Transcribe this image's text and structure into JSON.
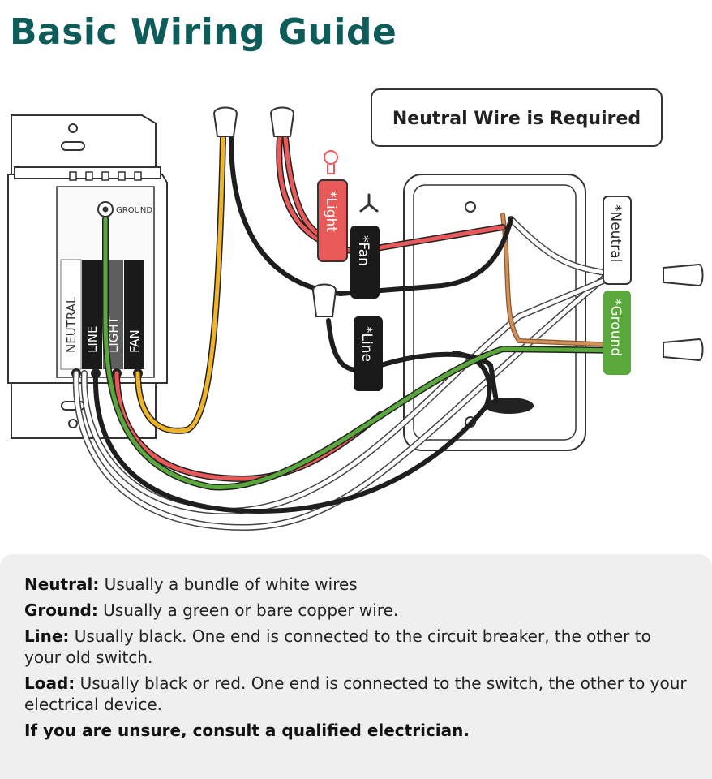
{
  "title": "Basic Wiring Guide",
  "note": "Neutral Wire is Required",
  "switch": {
    "ground_label": "GROUND",
    "terminals": [
      "NEUTRAL",
      "LINE",
      "LIGHT",
      "FAN"
    ]
  },
  "tags": {
    "light": "*Light",
    "fan": "*Fan",
    "line": "*Line",
    "neutral": "*Neutral",
    "ground": "*Ground"
  },
  "colors": {
    "title": "#0d5c5a",
    "light_tag": "#e8555a",
    "fan_tag": "#1a1a1a",
    "ground_tag": "#5aa83c",
    "wire_red": "#e85a5a",
    "wire_black": "#1e1e1e",
    "wire_green": "#5aa83c",
    "wire_yellow": "#f0b428",
    "wire_white": "#ffffff",
    "wire_copper": "#d2905a"
  },
  "icons": [
    "bulb-icon",
    "fan-icon",
    "wire-nut-icon"
  ],
  "legend": {
    "neutral_term": "Neutral:",
    "neutral_desc": " Usually a bundle of white wires",
    "ground_term": "Ground:",
    "ground_desc": " Usually a green or bare copper wire.",
    "line_term": "Line:",
    "line_desc": " Usually black. One end is connected to the circuit breaker, the other to your old switch.",
    "load_term": "Load:",
    "load_desc": " Usually black or red. One end is connected to the switch, the other to your electrical device.",
    "warning": "If you are unsure, consult a qualified electrician."
  }
}
